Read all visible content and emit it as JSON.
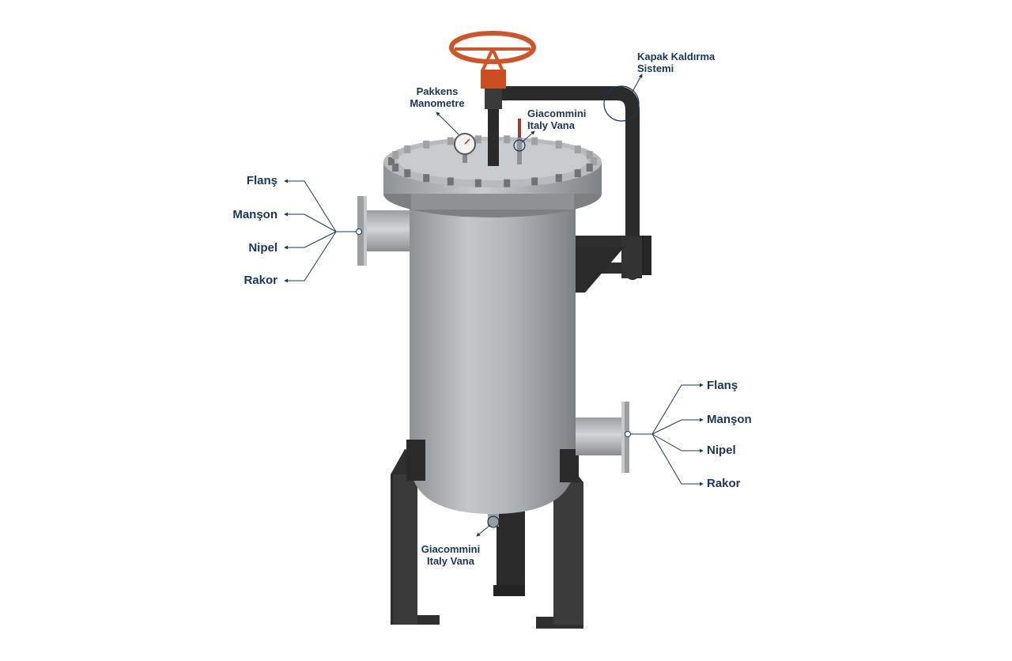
{
  "colors": {
    "label": "#1b3558",
    "leader": "#1b3558",
    "body": "#a9acaf",
    "frame": "#2e2e2e",
    "handwheel": "#d2552a"
  },
  "labels": {
    "left_inlet": [
      "Flanş",
      "Manşon",
      "Nipel",
      "Rakor"
    ],
    "right_outlet": [
      "Flanş",
      "Manşon",
      "Nipel",
      "Rakor"
    ],
    "manometer": [
      "Pakkens",
      "Manometre"
    ],
    "top_valve": [
      "Giacommini",
      "Italy Vana"
    ],
    "lift_system": [
      "Kapak Kaldırma",
      "Sistemi"
    ],
    "bottom_valve": [
      "Giacommini",
      "Italy Vana"
    ]
  }
}
